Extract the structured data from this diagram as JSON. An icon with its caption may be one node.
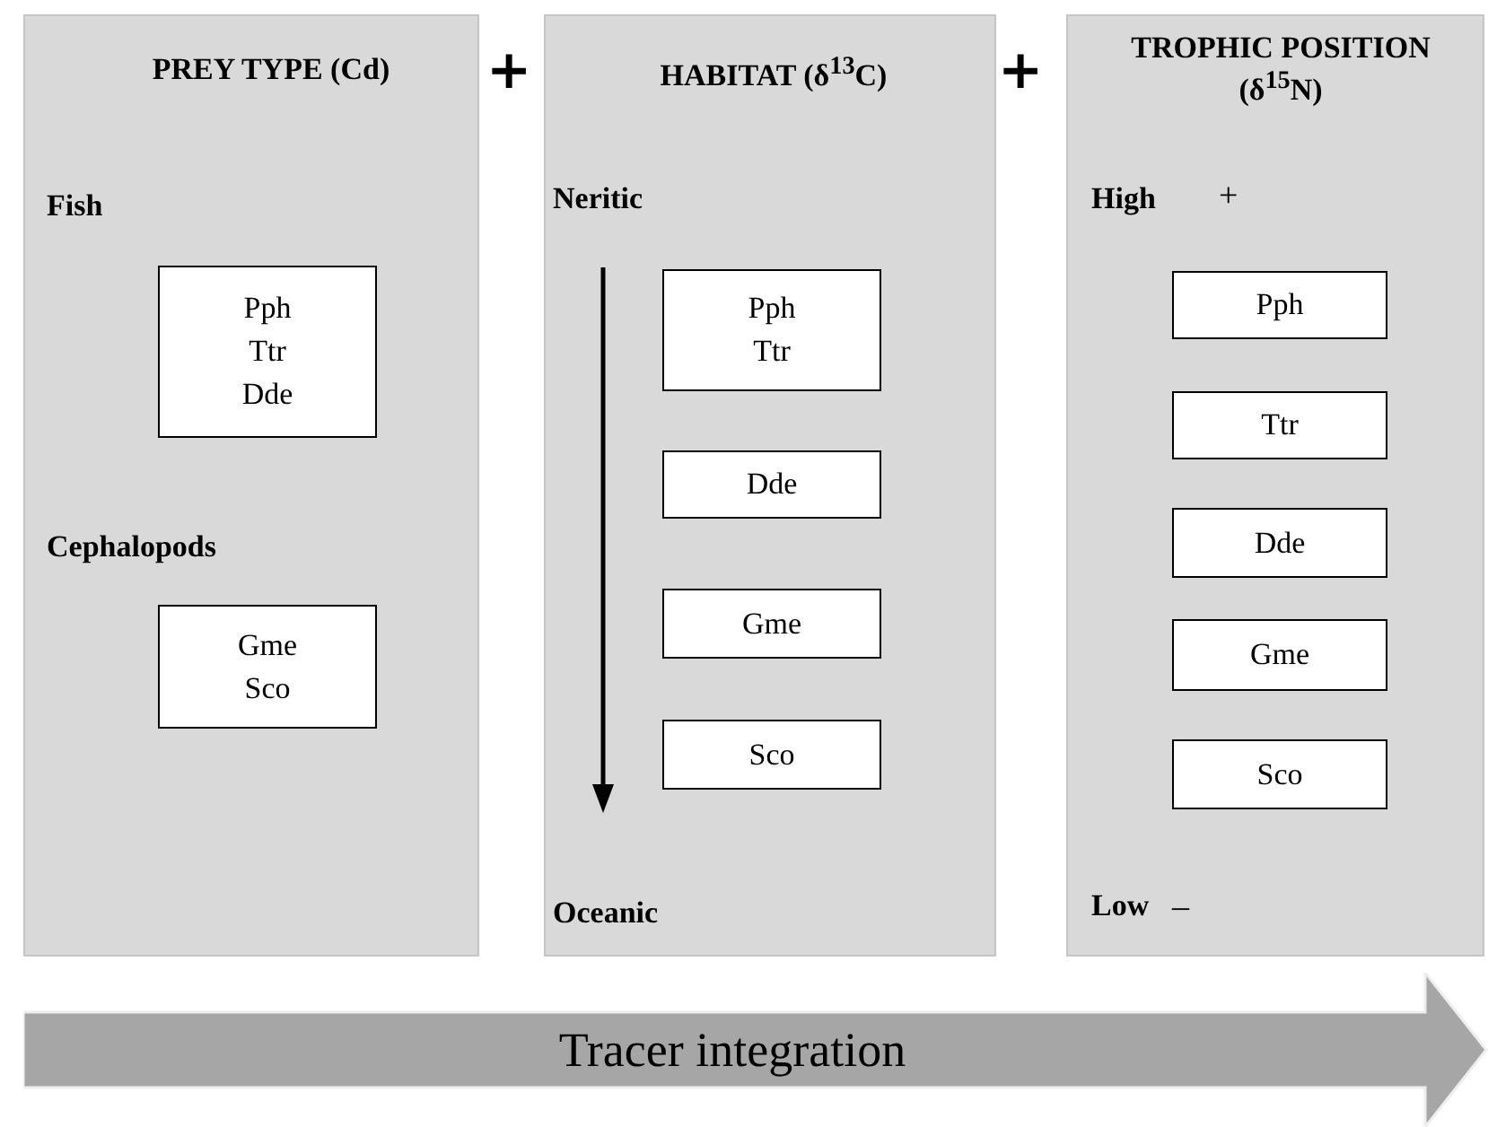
{
  "diagram": {
    "nodes": [
      {
        "text": [
          "PREY TYPE (Cd)",
          "Fish",
          "Cephalopods"
        ]
      },
      {
        "text": [
          "Pph Ttr Dde"
        ],
        "in": 0
      },
      {
        "text": [
          "Gme Sco"
        ],
        "in": 0
      },
      {
        "text": [
          "HABITAT (δ$^{13}$C)",
          "Neritic",
          "Oceanic"
        ]
      },
      {
        "text": [
          "Pph Ttr"
        ],
        "in": 3
      },
      {
        "text": [
          "Dde"
        ],
        "in": 3
      },
      {
        "text": [
          "Gme"
        ],
        "in": 3
      },
      {
        "text": [
          "Sco"
        ],
        "in": 3
      },
      {
        "text": [
          "TROPHIC POSITION (δ$^{15}$N)",
          "High",
          "+",
          "Low",
          "–"
        ]
      },
      {
        "text": [
          "Pph"
        ],
        "in": 8
      },
      {
        "text": [
          "Ttr"
        ],
        "in": 8
      },
      {
        "text": [
          "Dde"
        ],
        "in": 8
      },
      {
        "text": [
          "Gme"
        ],
        "in": 8
      },
      {
        "text": [
          "Sco"
        ],
        "in": 8
      },
      {
        "text": [
          "Tracer integration"
        ]
      }
    ],
    "edges": [],
    "labels": [
      "+",
      "+"
    ]
  }
}
